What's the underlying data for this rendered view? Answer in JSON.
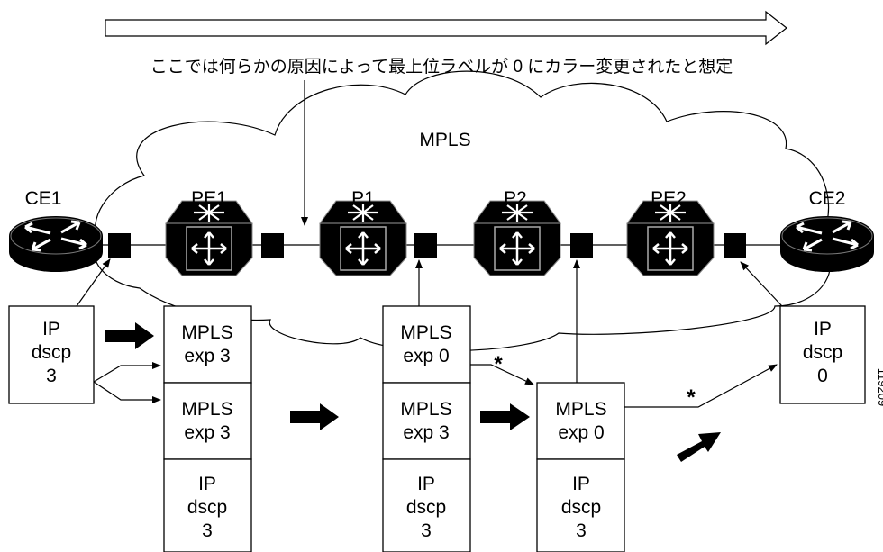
{
  "caption": "ここでは何らかの原因によって最上位ラベルが 0 にカラー変更されたと想定",
  "cloud_label": "MPLS",
  "figure_id": "119209",
  "nodes": {
    "ce1": "CE1",
    "pe1": "PE1",
    "p1": "P1",
    "p2": "P2",
    "pe2": "PE2",
    "ce2": "CE2"
  },
  "asterisk": "*",
  "stacks": {
    "ingress": [
      [
        "IP",
        "dscp",
        "3"
      ]
    ],
    "pe1": [
      [
        "MPLS",
        "exp 3"
      ],
      [
        "MPLS",
        "exp 3"
      ],
      [
        "IP",
        "dscp",
        "3"
      ]
    ],
    "p1": [
      [
        "MPLS",
        "exp 0"
      ],
      [
        "MPLS",
        "exp 3"
      ],
      [
        "IP",
        "dscp",
        "3"
      ]
    ],
    "p2": [
      [
        "MPLS",
        "exp 0"
      ],
      [
        "IP",
        "dscp",
        "3"
      ]
    ],
    "egress": [
      [
        "IP",
        "dscp",
        "0"
      ]
    ]
  }
}
